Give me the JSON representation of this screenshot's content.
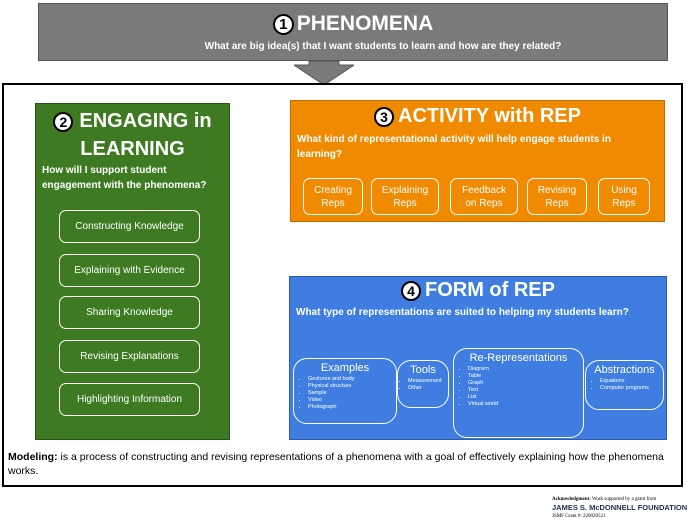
{
  "phenomena": {
    "number": "1",
    "title": "PHENOMENA",
    "question": "What are big idea(s) that I want students to learn and how are they related?"
  },
  "engaging": {
    "number": "2",
    "title_line1": "ENGAGING in",
    "title_line2": "LEARNING",
    "question": "How will I support student engagement with the phenomena?",
    "items": [
      "Constructing Knowledge",
      "Explaining with Evidence",
      "Sharing Knowledge",
      "Revising Explanations",
      "Highlighting Information"
    ]
  },
  "activity": {
    "number": "3",
    "title": "ACTIVITY with REP",
    "question": "What kind of representational activity will help engage students in learning?",
    "items": [
      {
        "line1": "Creating",
        "line2": "Reps"
      },
      {
        "line1": "Explaining",
        "line2": "Reps"
      },
      {
        "line1": "Feedback",
        "line2": "on Reps"
      },
      {
        "line1": "Revising",
        "line2": "Reps"
      },
      {
        "line1": "Using",
        "line2": "Reps"
      }
    ]
  },
  "form": {
    "number": "4",
    "title": "FORM of REP",
    "question": "What type of representations are suited to helping my students learn?",
    "boxes": [
      {
        "title": "Examples",
        "items": [
          "Gestures and body",
          "Physical structure",
          "Sample",
          "Video",
          "Photograph"
        ]
      },
      {
        "title": "Tools",
        "items": [
          "Measurement",
          "Other"
        ]
      },
      {
        "title": "Re-Representations",
        "items": [
          "Diagram",
          "Table",
          "Graph",
          "Text",
          "List",
          "Virtual world"
        ]
      },
      {
        "title": "Abstractions",
        "items": [
          "Equations",
          "Computer programs"
        ]
      }
    ]
  },
  "modeling": {
    "label": "Modeling:",
    "text": " is a process of constructing and revising representations of a phenomena with a goal of effectively explaining how the phenomena works."
  },
  "acknowledgment": {
    "label": "Acknowledgment:",
    "text": " Work supported by a grant from",
    "organization": "JAMES S. McDONNELL FOUNDATION",
    "grant": "JSMF Grant #: 220020521"
  },
  "colors": {
    "phenomena": "#7a7a7a",
    "engaging": "#3d7a22",
    "activity": "#f08a00",
    "form": "#3f7ee0"
  }
}
